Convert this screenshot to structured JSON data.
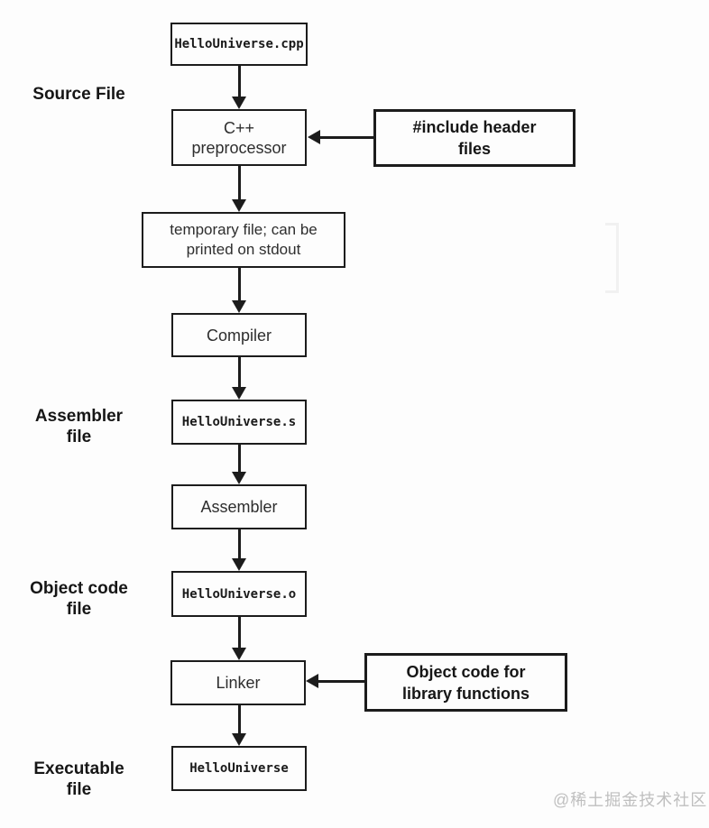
{
  "flow": {
    "nodes": {
      "source_file": "HelloUniverse.cpp",
      "preprocessor": "C++\npreprocessor",
      "temp_file": "temporary file; can be\nprinted on stdout",
      "compiler": "Compiler",
      "assembler_file": "HelloUniverse.s",
      "assembler": "Assembler",
      "object_file": "HelloUniverse.o",
      "linker": "Linker",
      "executable": "HelloUniverse"
    },
    "inputs": {
      "headers": "#include header\nfiles",
      "libraries": "Object code for\nlibrary functions"
    },
    "labels": {
      "source": "Source File",
      "assembler": "Assembler\nfile",
      "object": "Object code\nfile",
      "executable": "Executable\nfile"
    },
    "watermark": "@稀土掘金技术社区",
    "colors": {
      "line": "#1c1c1c",
      "watermark": "#bfbfbf",
      "background": "#fdfdfd"
    }
  }
}
